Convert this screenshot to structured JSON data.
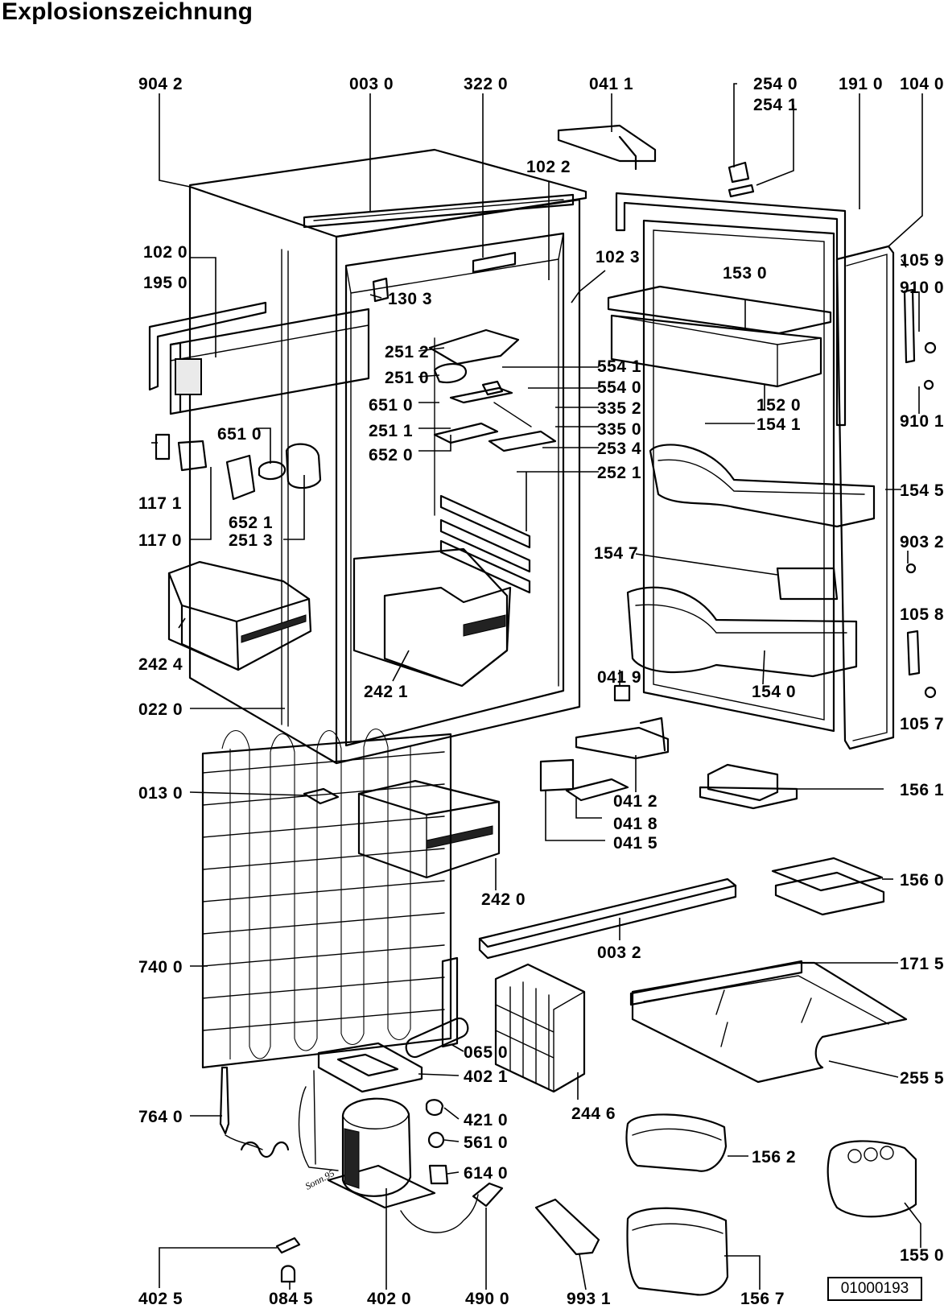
{
  "title": "Explosionszeichnung",
  "document_number": "01000193",
  "signature": "Sonn.95",
  "labels": [
    "904 2",
    "003 0",
    "322 0",
    "041 1",
    "254 0",
    "254 1",
    "191 0",
    "104 0",
    "102 2",
    "102 0",
    "195 0",
    "102 3",
    "130 3",
    "153 0",
    "105 9",
    "910 0",
    "251 2",
    "554 1",
    "251 0",
    "554 0",
    "651 0",
    "335 2",
    "335 0",
    "152 0",
    "154 1",
    "910 1",
    "651 0",
    "251 1",
    "652 0",
    "253 4",
    "252 1",
    "154 5",
    "117 1",
    "652 1",
    "251 3",
    "117 0",
    "154 7",
    "903 2",
    "105 8",
    "242 4",
    "242 1",
    "041 9",
    "154 0",
    "105 7",
    "022 0",
    "041 2",
    "156 1",
    "013 0",
    "041 8",
    "041 5",
    "156 0",
    "242 0",
    "003 2",
    "740 0",
    "171 5",
    "065 0",
    "402 1",
    "255 5",
    "244 6",
    "421 0",
    "764 0",
    "561 0",
    "156 2",
    "614 0",
    "155 0",
    "402 5",
    "084 5",
    "402 0",
    "490 0",
    "993 1",
    "156 7"
  ]
}
